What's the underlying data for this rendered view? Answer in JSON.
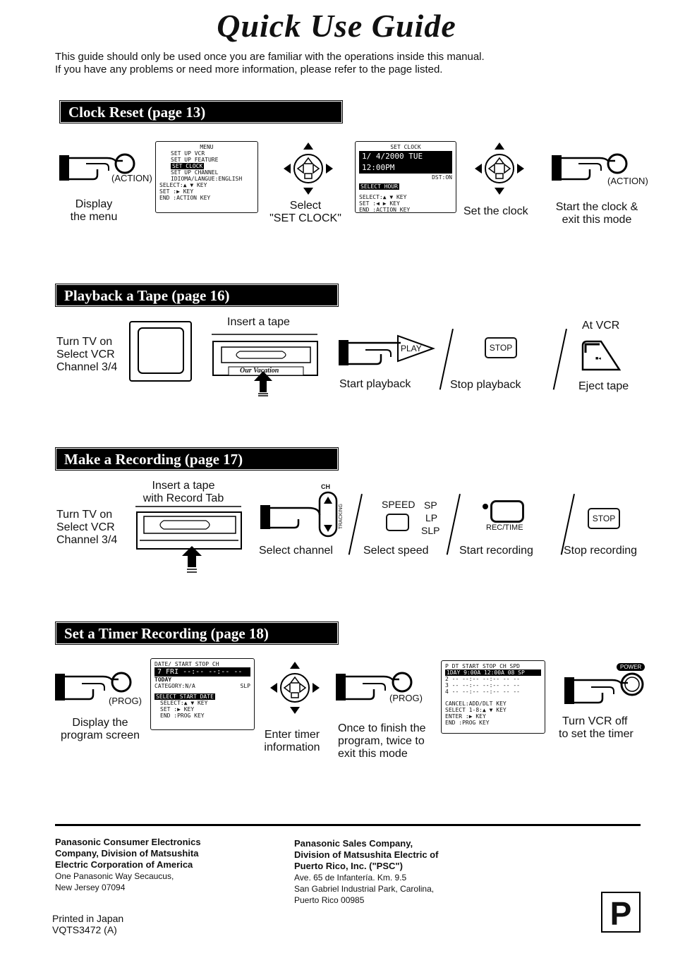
{
  "title": "Quick Use Guide",
  "intro": {
    "line1": "This guide should only be used once you are familiar with the operations inside this manual.",
    "line2": "If you have any problems or need more information, please refer to the page listed."
  },
  "clock": {
    "header": "Clock Reset (page 13)",
    "action1": "(ACTION)",
    "step1": [
      "Display",
      "the menu"
    ],
    "menu": {
      "title": "MENU",
      "lines": [
        "SET UP VCR",
        "SET UP FEATURE",
        "SET CLOCK",
        "SET UP CHANNEL",
        "IDIOMA/LANGUE:ENGLISH",
        "SELECT:▲ ▼ KEY",
        "SET   :▶ KEY",
        "END   :ACTION KEY"
      ]
    },
    "step2": [
      "Select",
      "\"SET CLOCK\""
    ],
    "clockscreen": {
      "title": "SET CLOCK",
      "display": "1/ 4/2000 TUE 12:00PM",
      "dst": "DST:ON",
      "highlight": "SELECT HOUR",
      "lines": [
        "SELECT:▲ ▼ KEY",
        "SET   :◀ ▶ KEY",
        "END   :ACTION KEY"
      ]
    },
    "step3": "Set the clock",
    "action2": "(ACTION)",
    "step4": [
      "Start the clock &",
      "exit this mode"
    ]
  },
  "playback": {
    "header": "Playback a Tape (page 16)",
    "tv": [
      "Turn TV on",
      "Select VCR",
      "Channel 3/4"
    ],
    "insert": "Insert a tape",
    "tape_label": "Our Vacation",
    "play_label": "PLAY",
    "start": "Start playback",
    "stop_btn": "STOP",
    "stop": "Stop playback",
    "at_vcr": "At VCR",
    "eject": "Eject tape"
  },
  "record": {
    "header": "Make a Recording (page 17)",
    "insert": [
      "Insert a tape",
      "with Record Tab"
    ],
    "tv": [
      "Turn TV on",
      "Select VCR",
      "Channel 3/4"
    ],
    "ch": "CH",
    "tracking": "TRACKING",
    "select_channel": "Select channel",
    "speed": "SPEED",
    "speeds": [
      "SP",
      "LP",
      "SLP"
    ],
    "select_speed": "Select speed",
    "rectime": "REC/TIME",
    "start": "Start recording",
    "stop_btn": "STOP",
    "stop": "Stop recording"
  },
  "timer": {
    "header": "Set a Timer Recording (page 18)",
    "prog1": "(PROG)",
    "display": [
      "Display the",
      "program screen"
    ],
    "screen1": {
      "head": "DATE/  START   STOP   CH",
      "row": "7 FRI  --:--  --:--  --",
      "today": "TODAY",
      "category": "CATEGORY:N/A",
      "slp": "SLP",
      "highlight": "SELECT START DATE",
      "lines": [
        "SELECT:▲ ▼ KEY",
        "SET   :▶ KEY",
        "END   :PROG KEY"
      ]
    },
    "enter": [
      "Enter timer",
      "information"
    ],
    "prog2": "(PROG)",
    "finish": [
      "Once to finish the",
      "program, twice to",
      "exit this mode"
    ],
    "screen2": {
      "head": "P DT  START  STOP  CH SPD",
      "row1": "1DAY  9:00A 12:00A  08 SP",
      "rows": [
        "2 --  --:--  --:--  -- --",
        "3 --  --:--  --:--  -- --",
        "4 --  --:--  --:--  -- --"
      ],
      "lines": [
        "CANCEL:ADD/DLT KEY",
        "SELECT 1-8:▲ ▼ KEY",
        "ENTER :▶ KEY",
        "END   :PROG KEY"
      ]
    },
    "power": "POWER",
    "off": [
      "Turn VCR off",
      "to set the timer"
    ]
  },
  "footer": {
    "left_bold": [
      "Panasonic Consumer Electronics",
      "Company, Division of Matsushita",
      "Electric Corporation of America"
    ],
    "left": [
      "One Panasonic Way Secaucus,",
      "New Jersey 07094"
    ],
    "right_bold": [
      "Panasonic Sales Company,",
      "Division of Matsushita Electric of",
      "Puerto Rico, Inc. (\"PSC\")"
    ],
    "right": [
      "Ave. 65 de Infantería. Km. 9.5",
      "San Gabriel Industrial Park, Carolina,",
      "Puerto Rico 00985"
    ],
    "printed": "Printed in Japan",
    "code": "VQTS3472  (A)",
    "mark": "P"
  }
}
